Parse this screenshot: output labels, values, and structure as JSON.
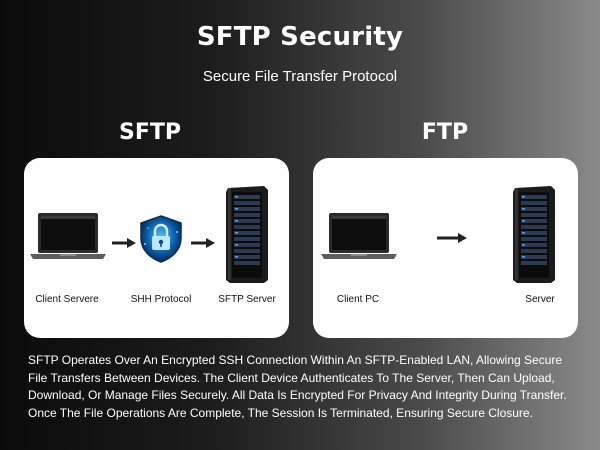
{
  "title": "SFTP Security",
  "subtitle": "Secure File Transfer Protocol",
  "sftp": {
    "heading": "SFTP",
    "client_label": "Client Servere",
    "protocol_label": "SHH Protocol",
    "server_label": "SFTP Server"
  },
  "ftp": {
    "heading": "FTP",
    "client_label": "Client PC",
    "server_label": "Server"
  },
  "description": "SFTP Operates Over An Encrypted SSH Connection Within An SFTP-Enabled LAN, Allowing Secure File Transfers Between Devices. The Client Device Authenticates To The Server, Then Can Upload, Download, Or Manage Files Securely. All Data Is Encrypted For Privacy And Integrity During Transfer. Once The File Operations Are Complete, The Session Is Terminated, Ensuring Secure Closure.",
  "icons": {
    "client": "laptop-icon",
    "protocol": "shield-lock-icon",
    "server": "server-rack-icon",
    "arrow": "arrow-right-icon"
  }
}
